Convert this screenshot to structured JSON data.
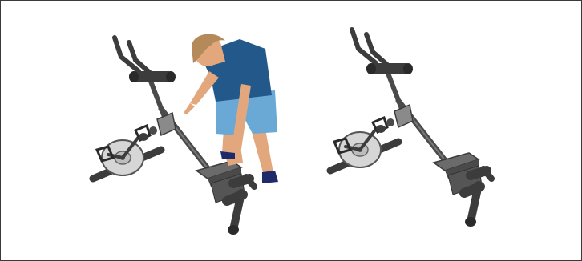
{
  "illustration": {
    "panels": [
      {
        "id": "left",
        "subject": "person-adjusting-bike"
      },
      {
        "id": "right",
        "subject": "bike-alone"
      }
    ],
    "colors": {
      "frame_dark": "#3c3c3c",
      "frame_mid": "#6b6b6b",
      "frame_light": "#9a9a9a",
      "flywheel": "#d6d6d6",
      "skin": "#e2a77c",
      "hair": "#b58a5b",
      "shirt": "#22588a",
      "shorts": "#6aa9d6",
      "shoes": "#1f2a6b"
    }
  }
}
